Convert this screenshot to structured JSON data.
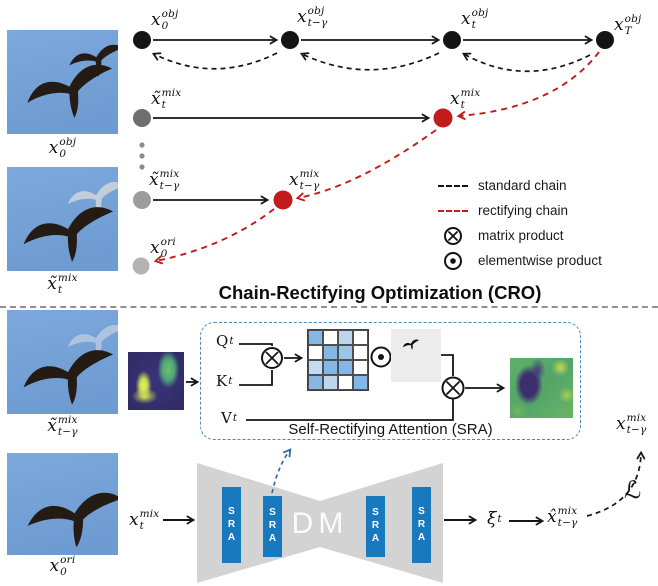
{
  "figure": {
    "cro_title": "Chain-Rectifying Optimization (CRO)",
    "sra_caption": "Self-Rectifying Attention (SRA)"
  },
  "colors": {
    "red": "#c21b1c",
    "node-black": "#141414",
    "gray-dark": "#6f6f6f",
    "gray-mid": "#9c9c9c",
    "gray-light": "#b3b3b3",
    "sra-blue": "#1879be",
    "box-blue": "#4c88b8",
    "dm-gray": "#d3d3d3",
    "divider": "#909090",
    "blue-arrow": "#2e6da4",
    "sky": "#79a4d9"
  },
  "labels": {
    "x0_obj": {
      "base": "x",
      "sup": "obj",
      "sub": "0"
    },
    "xtg_obj": {
      "base": "x",
      "sup": "obj",
      "sub": "t−γ"
    },
    "xt_obj": {
      "base": "x",
      "sup": "obj",
      "sub": "t"
    },
    "xT_obj": {
      "base": "x",
      "sup": "obj",
      "sub": "T"
    },
    "xt_mix_tilde": {
      "base": "x̃",
      "sup": "mix",
      "sub": "t"
    },
    "xt_mix": {
      "base": "x",
      "sup": "mix",
      "sub": "t"
    },
    "xtg_mix_tilde": {
      "base": "x̃",
      "sup": "mix",
      "sub": "t−γ"
    },
    "xtg_mix": {
      "base": "x",
      "sup": "mix",
      "sub": "t−γ"
    },
    "x0_ori": {
      "base": "x",
      "sup": "ori",
      "sub": "0"
    },
    "xhat_mix": {
      "base": "x̂",
      "sup": "mix",
      "sub": "t−γ"
    },
    "xi": {
      "base": "ξ",
      "sub": "t"
    },
    "q": {
      "base": "Q",
      "sub": "t"
    },
    "k": {
      "base": "K",
      "sub": "t"
    },
    "v": {
      "base": "V",
      "sub": "t"
    },
    "dm": "DM",
    "sra_bar": "SRA",
    "loss": "ℒ"
  },
  "legend": {
    "items": [
      {
        "icon": "dash-black",
        "label": "standard chain"
      },
      {
        "icon": "dash-red",
        "label": "rectifying chain"
      },
      {
        "icon": "otimes",
        "label": "matrix product"
      },
      {
        "icon": "odot",
        "label": "elementwise product"
      }
    ]
  },
  "attention_matrix": {
    "rows": [
      [
        "#84b7e5",
        "#ffffff",
        "#bdd6ee",
        "#ffffff"
      ],
      [
        "#ffffff",
        "#84b7e5",
        "#9cc5ea",
        "#ffffff"
      ],
      [
        "#c6dbef",
        "#84b7e5",
        "#84b7e5",
        "#ffffff"
      ],
      [
        "#84b7e5",
        "#bdd6ee",
        "#ffffff",
        "#84b7e5"
      ]
    ]
  }
}
